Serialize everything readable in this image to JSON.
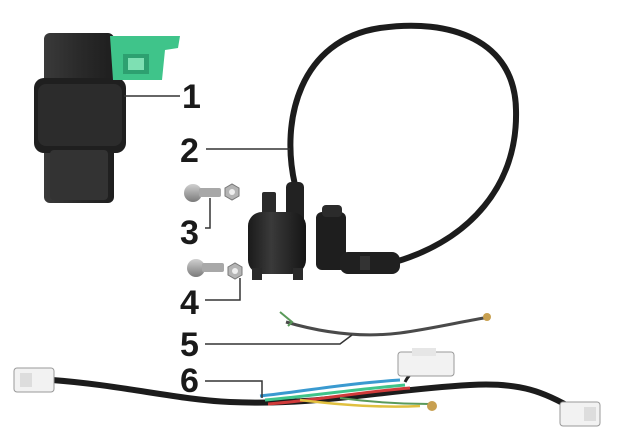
{
  "diagram": {
    "parts": [
      {
        "number": "1",
        "part": "cdi-unit"
      },
      {
        "number": "2",
        "part": "ignition-coil-with-spark-plug-cap"
      },
      {
        "number": "3",
        "part": "bolt-and-nut"
      },
      {
        "number": "4",
        "part": "bolt-and-nut"
      },
      {
        "number": "5",
        "part": "ground-wire"
      },
      {
        "number": "6",
        "part": "wire-harness"
      }
    ]
  },
  "colors": {
    "cdi_body": "#2b2b2b",
    "cdi_connector": "#3fc48a",
    "cable": "#1c1c1c",
    "harness_connector": "#f2f2f2",
    "hardware": "#9a9a9a",
    "leader_line": "#333333",
    "label": "#1a1a1a"
  }
}
